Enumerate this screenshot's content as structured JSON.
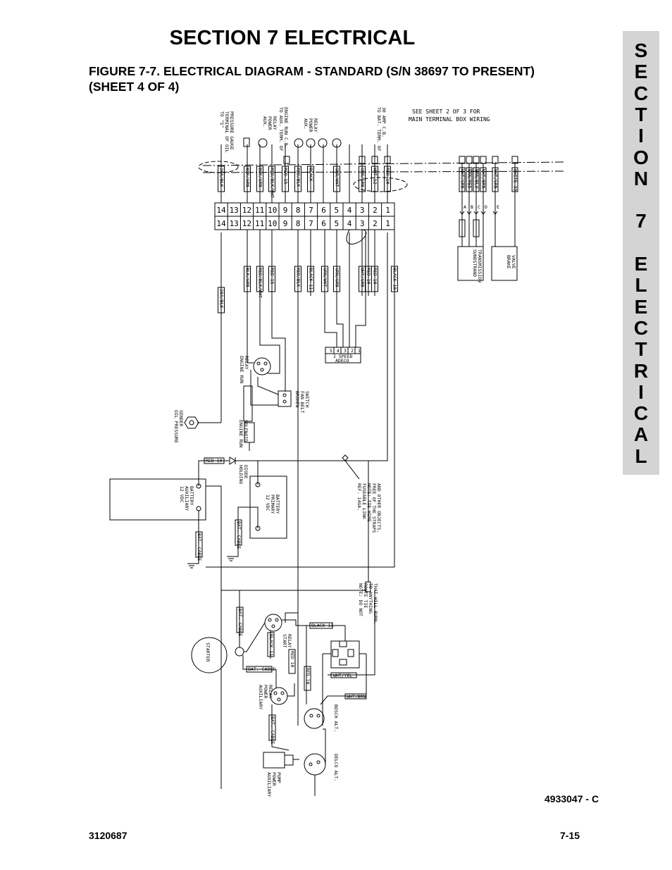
{
  "header": {
    "section_title": "SECTION 7  ELECTRICAL",
    "figure_line1": "FIGURE 7-7.   ELECTRICAL DIAGRAM - STANDARD (S/N 38697 TO PRESENT)",
    "figure_line2": "(SHEET 4 OF 4)"
  },
  "side_tab": {
    "letters": [
      "S",
      "E",
      "C",
      "T",
      "I",
      "O",
      "N",
      "",
      "7",
      "",
      "E",
      "L",
      "E",
      "C",
      "T",
      "R",
      "I",
      "C",
      "A",
      "L"
    ],
    "color": "#d4d4d4"
  },
  "diagram": {
    "notes": {
      "see_sheet_1": "SEE SHEET 2 OF 3 FOR",
      "see_sheet_2": "MAIN TERMINAL BOX WIRING",
      "fuse_note": [
        "REF. 14GA.",
        "FUSEABLE LINK",
        "NOTE: TIE WIRE",
        "FREE OF THE STRAPS",
        "AND OTHER OBJECTS."
      ],
      "route_note": [
        "NOTE: DO NOT",
        "ROUTE TIE",
        "TO ANYTHING",
        "THAT WILL BURN."
      ]
    },
    "top_labels": [
      [
        "TO \"S\"",
        "TERMINAL OF OIL",
        "PRESSURE GAUGE"
      ],
      [
        "TO AUX. TERM. OF",
        "ENGINE RUN C.B."
      ],
      [
        "AUX.",
        "POWER",
        "RELAY"
      ],
      [
        "AUX.",
        "POWER",
        "RELAY"
      ],
      [
        "TO BAT. TERM. OF",
        "30 AMP C.B."
      ]
    ],
    "terminal_numbers": [
      "14",
      "13",
      "12",
      "11",
      "10",
      "9",
      "8",
      "7",
      "6",
      "5",
      "4",
      "3",
      "2",
      "1"
    ],
    "upper_wires": [
      "28A/BLK",
      "BLK/GRN",
      "BLK/GRN",
      "RED/BLK/WHT",
      "RED 15",
      "RED/BLK",
      "BLACK",
      "GRN/WHT",
      "GRN/GRN",
      "WHT 12",
      "RED 10",
      "BLACK 10"
    ],
    "lower_wires": [
      "BLK/GRN",
      "RED/BLK/WHT",
      "RED 15",
      "RED/BLK",
      "BLACK 11",
      "GRN/WHT",
      "GRN/GRN",
      "WHT/GRN",
      "RED 10",
      "RED 10",
      "BLACK 10"
    ],
    "right_wires": [
      "WHT/GRN",
      "BRN/RED",
      "BRN/BLU",
      "WHT/BRN",
      "WHT/GRN",
      "WHITE 33"
    ],
    "right_pins": [
      "A",
      "B",
      "C",
      "D",
      "E"
    ],
    "components": {
      "sundstrand": [
        "SUNDSTRAND",
        "TRANSMISSION"
      ],
      "brake": [
        "BRAKE",
        "VALVE"
      ],
      "adeco": [
        "2 SPEED",
        "ADECO"
      ],
      "adeco_pins": [
        "5",
        "4",
        "3",
        "2",
        "1"
      ],
      "engine_run_relay": [
        "ENGINE RUN",
        "RELAY"
      ],
      "fan_switch": [
        "BROKEN",
        "FAN BELT",
        "SWITCH"
      ],
      "engine_run_solenoid": [
        "ENGINE RUN",
        "SOLENOID"
      ],
      "oil_sender": [
        "OIL PRESSURE",
        "SENDER"
      ],
      "holding_diode": [
        "HOLDING",
        "DIODE"
      ],
      "aux_battery": [
        "12 VDC",
        "AUXILIARY",
        "BATTERY"
      ],
      "main_battery": [
        "12 VDC",
        "PRIMARY",
        "BATTERY"
      ],
      "starter": "STARTER",
      "start_relay": [
        "START",
        "RELAY"
      ],
      "aux_power_relay": [
        "AUXILIARY",
        "POWER",
        "RELAY"
      ],
      "bosch": "BOSCH ALT.",
      "delco": "DELCO ALT.",
      "aux_pump": [
        "AUXILIARY",
        "POWER",
        "PUMP"
      ]
    },
    "cable_labels": {
      "red10": "RED 10",
      "bat_cable": "BAT. CABLE",
      "black11": "BLACK 11",
      "black_11b": "BLACK 11",
      "red10b": "RED 10",
      "wht_yel": "WHT/YEL",
      "wht_brn": "WHT/BRN"
    }
  },
  "footer": {
    "drawing_no": "4933047 - C",
    "doc_no": "3120687",
    "page_no": "7-15"
  }
}
